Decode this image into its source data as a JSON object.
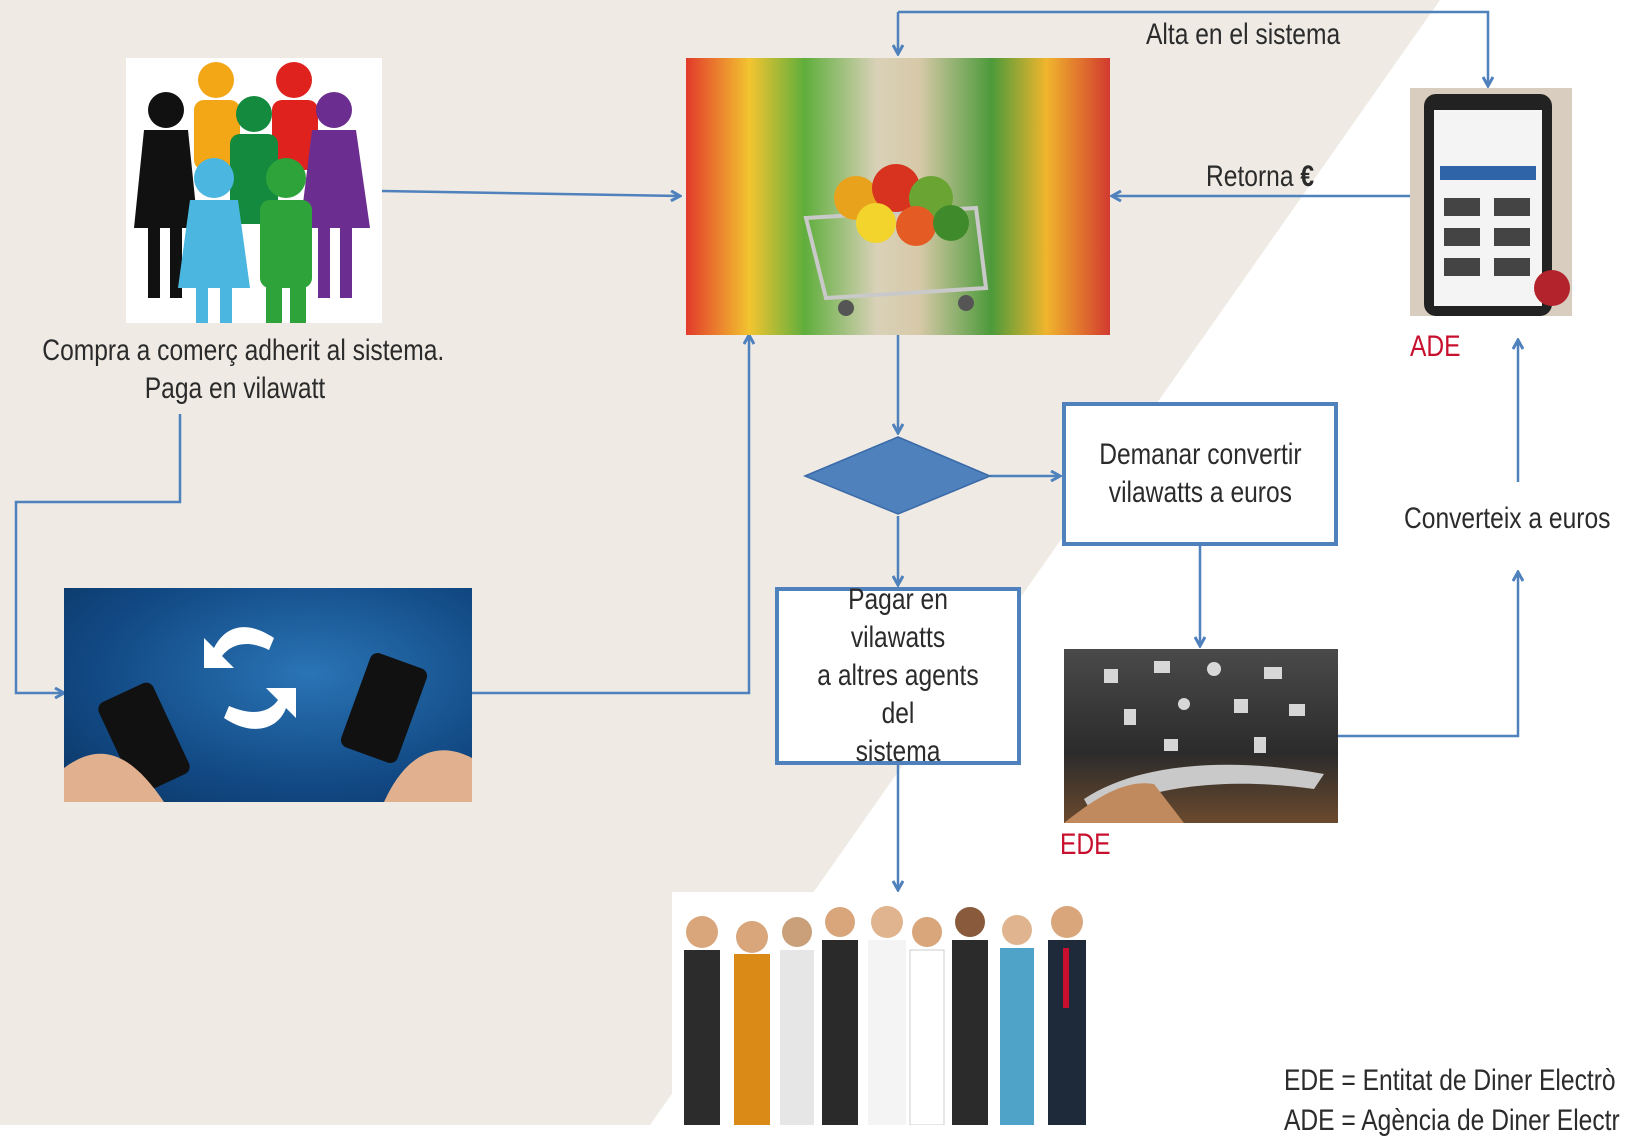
{
  "labels": {
    "alta": "Alta en el sistema",
    "retorna": "Retorna",
    "euro_sign": "€",
    "compra_line1": "Compra a comerç adherit al sistema.",
    "compra_line2": "Paga en vilawatt",
    "ade": "ADE",
    "ede": "EDE",
    "converteix": "Converteix a  euros"
  },
  "boxes": {
    "demanar": "Demanar convertir\nvilawatts a euros",
    "pagar": "Pagar en vilawatts\na altres agents del\nsistema"
  },
  "legend": {
    "ede_def": "EDE = Entitat de Diner Electrò",
    "ade_def": "ADE = Agència de Diner Electr"
  },
  "images": {
    "people_icon": "people-group-icon",
    "supermarket": "supermarket-cart-photo",
    "phone_app": "mobile-app-photo",
    "phone_transfer": "phone-transfer-photo",
    "ede_phone": "smartphone-icons-photo",
    "workers": "workers-group-photo"
  },
  "colors": {
    "arrow": "#4f81bd",
    "box_border": "#4f81bd",
    "diamond": "#4f81bd",
    "label_red": "#c8102e",
    "background_beige": "#efebe4"
  }
}
